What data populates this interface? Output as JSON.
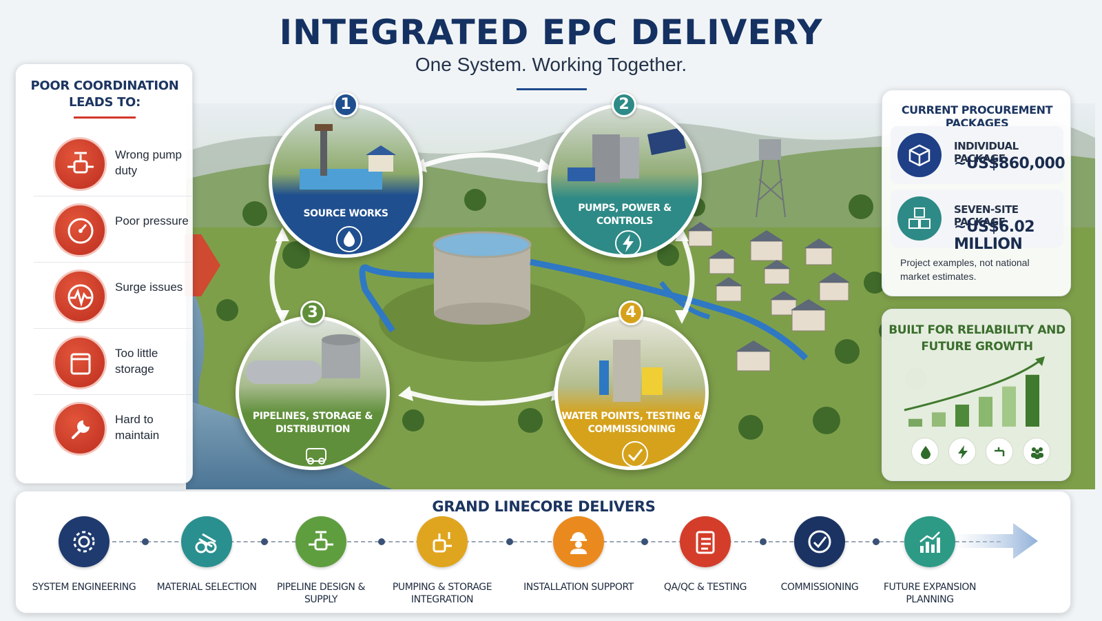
{
  "header": {
    "title": "INTEGRATED EPC DELIVERY",
    "subtitle": "One System. Working Together."
  },
  "left_panel": {
    "heading": "POOR COORDINATION LEADS TO:",
    "issues": [
      {
        "label": "Wrong pump duty",
        "icon": "valve-icon"
      },
      {
        "label": "Poor pressure",
        "icon": "pressure-gauge-icon"
      },
      {
        "label": "Surge issues",
        "icon": "surge-wave-icon"
      },
      {
        "label": "Too little storage",
        "icon": "storage-tank-icon"
      },
      {
        "label": "Hard to maintain",
        "icon": "wrench-icon"
      }
    ]
  },
  "process": [
    {
      "number": "1",
      "label": "SOURCE WORKS",
      "color": "#1f4f8f",
      "icon": "water-drop-icon"
    },
    {
      "number": "2",
      "label": "PUMPS, POWER & CONTROLS",
      "color": "#2e8a86",
      "icon": "lightning-icon"
    },
    {
      "number": "3",
      "label": "PIPELINES, STORAGE & DISTRIBUTION",
      "color": "#5f8f3a",
      "icon": "pipe-network-icon"
    },
    {
      "number": "4",
      "label": "WATER POINTS, TESTING & COMMISSIONING",
      "color": "#d6a21c",
      "icon": "check-icon"
    }
  ],
  "procurement": {
    "heading": "CURRENT PROCUREMENT PACKAGES",
    "packages": [
      {
        "label": "INDIVIDUAL PACKAGE",
        "value": "~US$860,000",
        "color": "#1f3f86",
        "icon": "single-box-icon"
      },
      {
        "label": "SEVEN-SITE PACKAGE",
        "value": "~US$6.02 MILLION",
        "color": "#2e8a86",
        "icon": "multi-box-icon"
      }
    ],
    "note": "Project examples, not national market estimates."
  },
  "growth": {
    "heading": "BUILT FOR RELIABILITY AND FUTURE GROWTH",
    "bars": [
      0.12,
      0.22,
      0.34,
      0.46,
      0.62,
      0.8
    ],
    "icons": [
      "water-drop-icon",
      "lightning-icon",
      "tap-icon",
      "community-icon"
    ]
  },
  "delivery": {
    "heading": "GRAND LINECORE DELIVERS",
    "steps": [
      {
        "label": "SYSTEM ENGINEERING",
        "color": "#1f3a6e",
        "icon": "gear-icon"
      },
      {
        "label": "MATERIAL SELECTION",
        "color": "#2a8f8f",
        "icon": "pipes-icon"
      },
      {
        "label": "PIPELINE DESIGN & SUPPLY",
        "color": "#5f9e3f",
        "icon": "valve-icon"
      },
      {
        "label": "PUMPING & STORAGE INTEGRATION",
        "color": "#e0a51f",
        "icon": "pump-icon"
      },
      {
        "label": "INSTALLATION SUPPORT",
        "color": "#ea8a1e",
        "icon": "worker-icon"
      },
      {
        "label": "QA/QC & TESTING",
        "color": "#d43d2a",
        "icon": "clipboard-icon"
      },
      {
        "label": "COMMISSIONING",
        "color": "#1b3363",
        "icon": "check-circle-icon"
      },
      {
        "label": "FUTURE EXPANSION PLANNING",
        "color": "#2d9a86",
        "icon": "growth-chart-icon"
      }
    ]
  }
}
